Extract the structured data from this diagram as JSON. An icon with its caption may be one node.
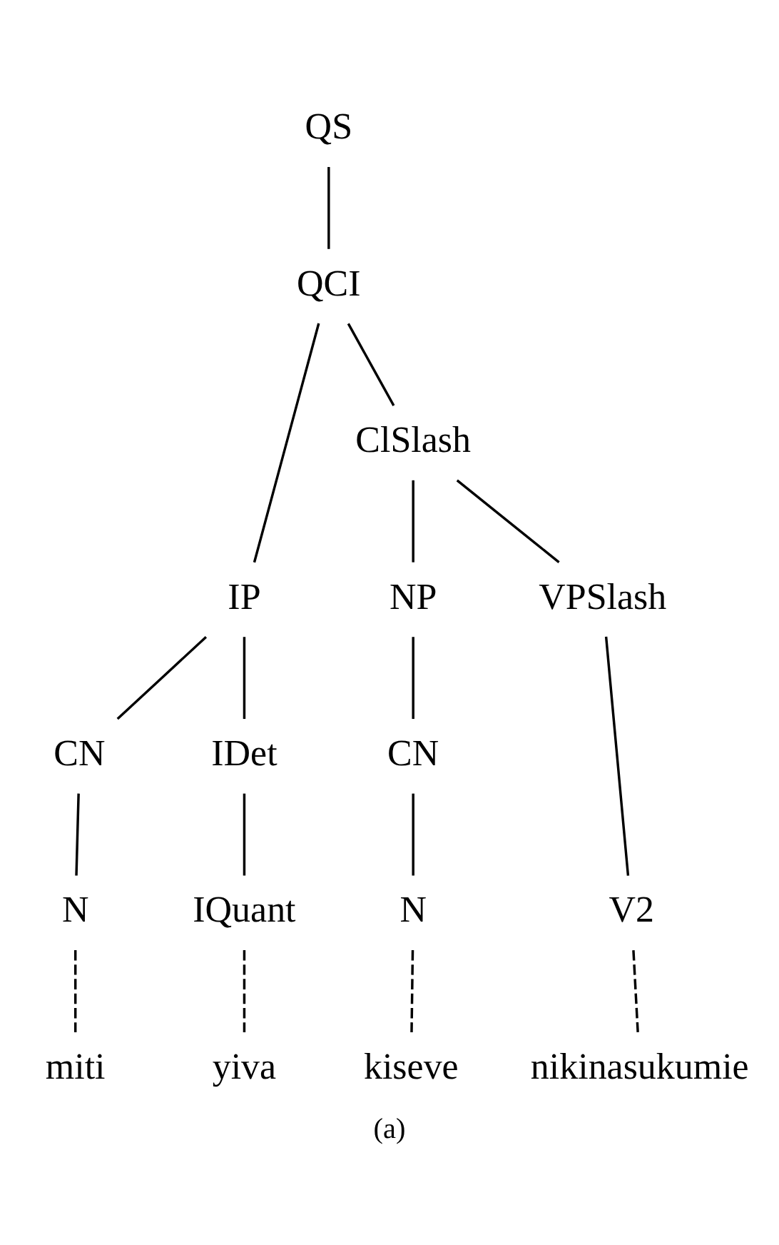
{
  "diagram": {
    "caption": "(a)",
    "nodes": [
      {
        "text": [
          "QS"
        ]
      },
      {
        "text": [
          "QCI"
        ]
      },
      {
        "text": [
          "IP"
        ]
      },
      {
        "text": [
          "ClSlash"
        ]
      },
      {
        "text": [
          "CN"
        ]
      },
      {
        "text": [
          "IDet"
        ]
      },
      {
        "text": [
          "NP"
        ]
      },
      {
        "text": [
          "VPSlash"
        ]
      },
      {
        "text": [
          "N"
        ]
      },
      {
        "text": [
          "IQuant"
        ]
      },
      {
        "text": [
          "CN"
        ]
      },
      {
        "text": [
          "V2"
        ]
      },
      {
        "text": [
          "N"
        ]
      },
      {
        "text": [
          "miti"
        ]
      },
      {
        "text": [
          "yiva"
        ]
      },
      {
        "text": [
          "kiseve"
        ]
      },
      {
        "text": [
          "nikinasukumie"
        ]
      }
    ],
    "edges": [
      {
        "from": 0,
        "to": 1,
        "arrow": "none"
      },
      {
        "from": 1,
        "to": 2,
        "arrow": "none"
      },
      {
        "from": 1,
        "to": 3,
        "arrow": "none"
      },
      {
        "from": 2,
        "to": 4,
        "arrow": "none"
      },
      {
        "from": 2,
        "to": 5,
        "arrow": "none"
      },
      {
        "from": 3,
        "to": 6,
        "arrow": "none"
      },
      {
        "from": 3,
        "to": 7,
        "arrow": "none"
      },
      {
        "from": 4,
        "to": 8,
        "arrow": "none"
      },
      {
        "from": 5,
        "to": 9,
        "arrow": "none"
      },
      {
        "from": 6,
        "to": 10,
        "arrow": "none"
      },
      {
        "from": 7,
        "to": 11,
        "arrow": "none"
      },
      {
        "from": 10,
        "to": 12,
        "arrow": "none"
      },
      {
        "from": 8,
        "to": 13,
        "arrow": "none",
        "style": "dashed"
      },
      {
        "from": 9,
        "to": 14,
        "arrow": "none",
        "style": "dashed"
      },
      {
        "from": 12,
        "to": 15,
        "arrow": "none",
        "style": "dashed"
      },
      {
        "from": 11,
        "to": 16,
        "arrow": "none",
        "style": "dashed"
      }
    ]
  }
}
